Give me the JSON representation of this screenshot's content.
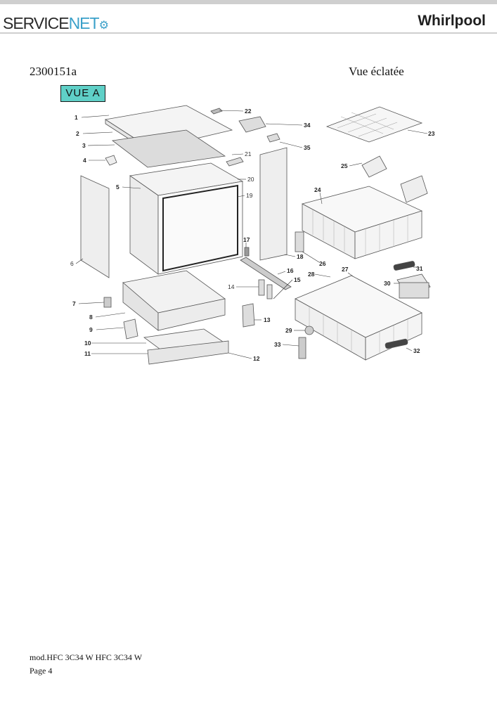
{
  "header": {
    "brand_left_a": "SERVICE",
    "brand_left_b": "NET",
    "brand_right": "Whirlpool"
  },
  "doc": {
    "code": "2300151a",
    "view_title": "Vue éclatée",
    "view_label": "VUE A"
  },
  "parts": [
    "1",
    "2",
    "3",
    "4",
    "5",
    "6",
    "7",
    "8",
    "9",
    "10",
    "11",
    "12",
    "13",
    "14",
    "15",
    "16",
    "17",
    "18",
    "19",
    "20",
    "21",
    "22",
    "23",
    "24",
    "25",
    "26",
    "27",
    "28",
    "29",
    "30",
    "31",
    "32",
    "33",
    "34",
    "35"
  ],
  "footer": {
    "model": "mod.HFC 3C34 W HFC 3C34 W",
    "page": "Page 4"
  }
}
